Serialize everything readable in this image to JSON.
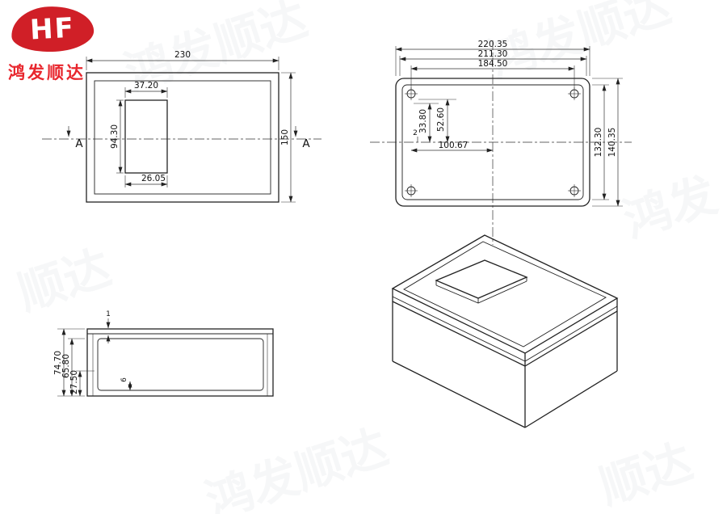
{
  "logo": {
    "mark": "HF",
    "name": "鸿发顺达"
  },
  "front_view": {
    "width": "230",
    "height": "150",
    "cut_width": "37.20",
    "cut_height": "94.30",
    "cut_offset": "26.05",
    "section_left": "A",
    "section_right": "A"
  },
  "back_view": {
    "overall_width": "220.35",
    "lid_width": "211.30",
    "screw_span": "184.50",
    "inner_v1": "33.80",
    "inner_v2": "52.60",
    "inner_gap": "2",
    "inner_width": "100.67",
    "inner_height": "132.30",
    "overall_height": "140.35"
  },
  "side_view": {
    "overall_height": "74.70",
    "inner_height": "65.80",
    "step_height": "27.50",
    "lid_thickness": "1",
    "wall_thickness": "6"
  },
  "watermark": {
    "items": [
      "鸿发顺达",
      "鸿发顺达",
      "鸿发",
      "顺达",
      "鸿发顺达",
      "顺达"
    ]
  }
}
